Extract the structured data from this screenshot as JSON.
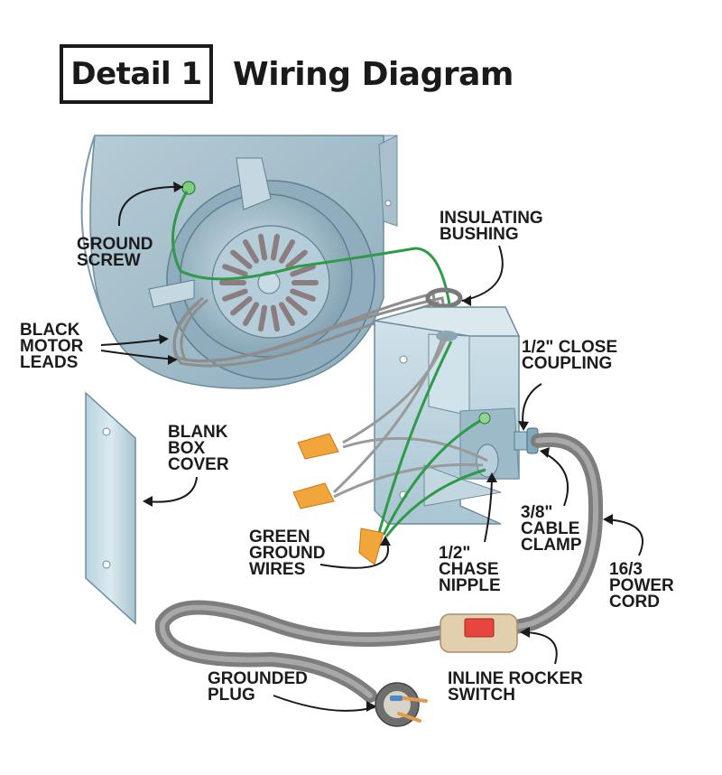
{
  "header": {
    "detail_label": "Detail 1",
    "title": "Wiring Diagram"
  },
  "labels": {
    "ground_screw": [
      "GROUND",
      "SCREW"
    ],
    "insulating_bushing": [
      "INSULATING",
      "BUSHING"
    ],
    "black_motor_leads": [
      "BLACK",
      "MOTOR",
      "LEADS"
    ],
    "close_coupling": [
      "1/2\" CLOSE",
      "COUPLING"
    ],
    "blank_box_cover": [
      "BLANK",
      "BOX",
      "COVER"
    ],
    "green_ground_wires": [
      "GREEN",
      "GROUND",
      "WIRES"
    ],
    "chase_nipple": [
      "1/2\"",
      "CHASE",
      "NIPPLE"
    ],
    "cable_clamp": [
      "3/8\"",
      "CABLE",
      "CLAMP"
    ],
    "power_cord": [
      "16/3",
      "POWER",
      "CORD"
    ],
    "grounded_plug": [
      "GROUNDED",
      "PLUG"
    ],
    "inline_rocker_switch": [
      "INLINE ROCKER",
      "SWITCH"
    ]
  },
  "colors": {
    "metal_light": "#c9dde6",
    "metal_mid": "#9fbccb",
    "metal_dark": "#6f8fa0",
    "ground_wire": "#2f9a48",
    "lead_wire": "#9a9a9a",
    "wire_nut": "#f2a53a",
    "cord": "#8a8a8a",
    "switch_body": "#e6d3b5",
    "rocker": "#e8453d",
    "prong": "#e39a4c"
  }
}
